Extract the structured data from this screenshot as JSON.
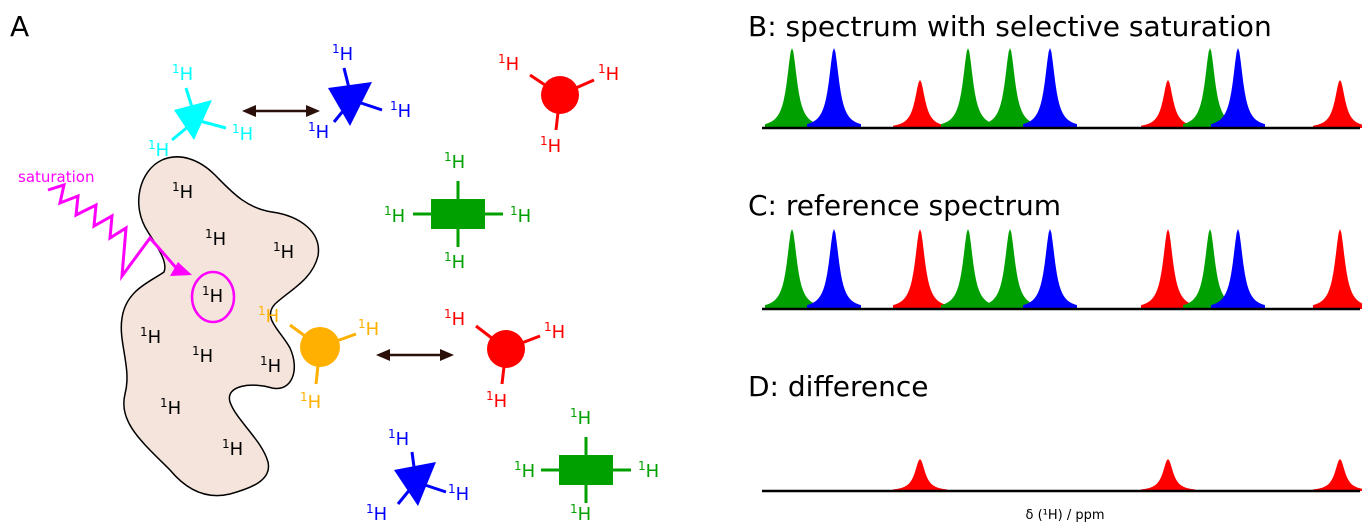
{
  "panels": {
    "a": {
      "label": "A"
    },
    "b": {
      "label": "B: spectrum with selective saturation"
    },
    "c": {
      "label": "C: reference spectrum"
    },
    "d": {
      "label": "D: difference"
    }
  },
  "saturation_label": "saturation",
  "atom": {
    "sup": "1",
    "symbol": "H"
  },
  "x_axis_label": "δ (¹H) / ppm",
  "colors": {
    "cyan": "#00ffff",
    "blue": "#0000ff",
    "red": "#ff0000",
    "green": "#00a000",
    "orange": "#ffb000",
    "magenta": "#ff00ff",
    "protein_fill": "#f4e4dc",
    "arrow": "#2a0f0a"
  },
  "spectra": {
    "peak_order": [
      "green",
      "blue",
      "red",
      "green",
      "green",
      "blue",
      "red",
      "green",
      "blue",
      "red"
    ],
    "saturated_intensity": [
      1.0,
      1.0,
      0.6,
      1.0,
      1.0,
      1.0,
      0.6,
      1.0,
      1.0,
      0.6
    ],
    "reference_intensity": [
      1.0,
      1.0,
      1.0,
      1.0,
      1.0,
      1.0,
      1.0,
      1.0,
      1.0,
      1.0
    ],
    "difference_intensity": [
      0,
      0,
      0.4,
      0,
      0,
      0,
      0.4,
      0,
      0,
      0.4
    ]
  }
}
